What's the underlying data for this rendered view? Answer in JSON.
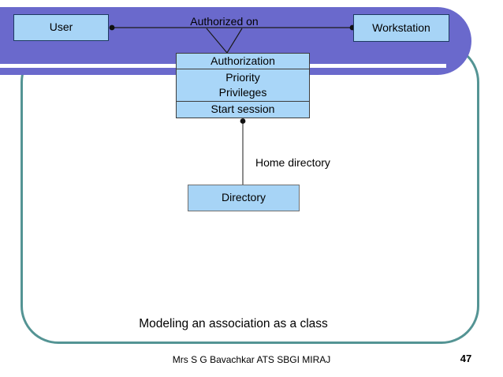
{
  "slide": {
    "caption": "Modeling an association as a class",
    "footer_text": "Mrs S G Bavachkar ATS SBGI MIRAJ",
    "page_number": "47"
  },
  "diagram": {
    "user_class": "User",
    "workstation_class": "Workstation",
    "association_label": "Authorized on",
    "association_class": {
      "name": "Authorization",
      "attributes": [
        "Priority",
        "Privileges"
      ],
      "operations": [
        "Start session"
      ]
    },
    "directory_association_label": "Home directory",
    "directory_class": "Directory"
  },
  "colors": {
    "banner_purple": "#6a69cc",
    "frame_teal": "#549494",
    "class_fill_blue": "#a7d4f6",
    "class_border_navy": "#1e3a62",
    "class_border_gray": "#6f6f6f"
  }
}
